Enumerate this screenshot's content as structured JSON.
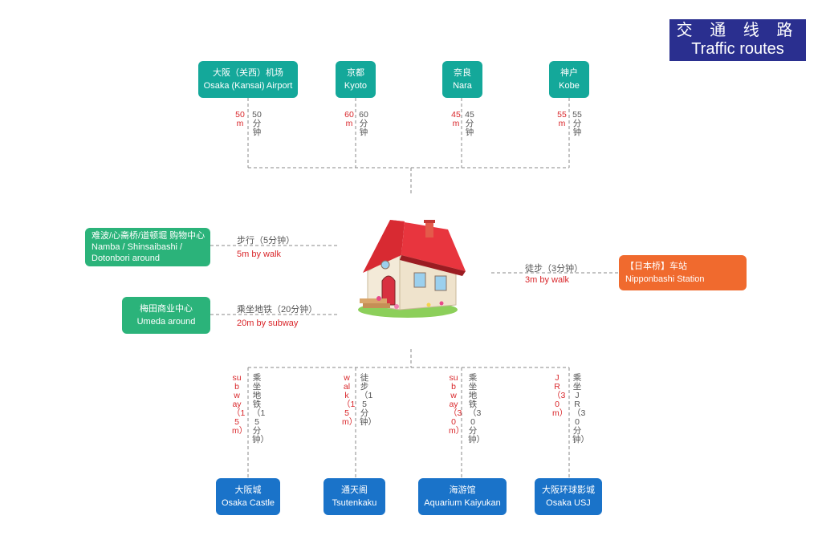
{
  "header": {
    "title_cn": "交 通 线 路",
    "title_en": "Traffic routes"
  },
  "top_destinations": [
    {
      "cn": "大阪（关西）机场",
      "en": "Osaka (Kansai) Airport",
      "time_en": "50m",
      "time_cn": "50分钟"
    },
    {
      "cn": "京都",
      "en": "Kyoto",
      "time_en": "60m",
      "time_cn": "60分钟"
    },
    {
      "cn": "奈良",
      "en": "Nara",
      "time_en": "45m",
      "time_cn": "45分钟"
    },
    {
      "cn": "神户",
      "en": "Kobe",
      "time_en": "55m",
      "time_cn": "55分钟"
    }
  ],
  "left_destinations": [
    {
      "cn": "难波/心斋桥/道顿堀 购物中心",
      "en": "Namba / Shinsaibashi / Dotonbori around",
      "route_cn": "步行（5分钟）",
      "route_en": "5m by walk"
    },
    {
      "cn": "梅田商业中心",
      "en": "Umeda around",
      "route_cn": "乘坐地铁（20分钟）",
      "route_en": "20m by subway"
    }
  ],
  "right_destination": {
    "cn": "【日本桥】车站",
    "en": "Nipponbashi Station",
    "route_cn": "徒步（3分钟）",
    "route_en": "3m by walk"
  },
  "bottom_destinations": [
    {
      "cn": "大阪城",
      "en": "Osaka Castle",
      "time_en": "subway（15m）",
      "time_cn": "乘坐地铁（15分钟）"
    },
    {
      "cn": "通天阁",
      "en": "Tsutenkaku",
      "time_en": "walk（15m）",
      "time_cn": "徒步（15分钟）"
    },
    {
      "cn": "海游馆",
      "en": "Aquarium Kaiyukan",
      "time_en": "subway（30m）",
      "time_cn": "乘坐地铁（30分钟）"
    },
    {
      "cn": "大阪环球影城",
      "en": "Osaka USJ",
      "time_en": "JR（30m）",
      "time_cn": "乘坐JR（30分钟）"
    }
  ]
}
